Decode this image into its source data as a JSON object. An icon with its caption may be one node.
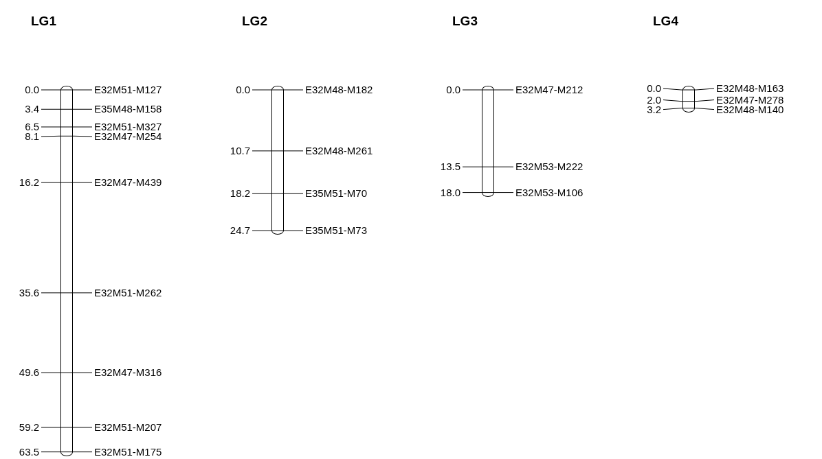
{
  "diagram": {
    "nodes": [
      {
        "text": [
          "LG1"
        ],
        "beside": [
          "0.0",
          "E32M51-M127",
          "3.4",
          "E35M48-M158",
          "6.5",
          "E32M51-M327",
          "8.1",
          "E32M47-M254",
          "16.2",
          "E32M47-M439",
          "35.6",
          "E32M51-M262",
          "49.6",
          "E32M47-M316",
          "59.2",
          "E32M51-M207",
          "63.5",
          "E32M51-M175"
        ]
      },
      {
        "text": [
          "LG2"
        ],
        "beside": [
          "0.0",
          "E32M48-M182",
          "10.7",
          "E32M48-M261",
          "18.2",
          "E35M51-M70",
          "24.7",
          "E35M51-M73"
        ]
      },
      {
        "text": [
          "LG3"
        ],
        "beside": [
          "0.0",
          "E32M47-M212",
          "13.5",
          "E32M53-M222",
          "18.0",
          "E32M53-M106"
        ]
      },
      {
        "text": [
          "LG4"
        ],
        "beside": [
          "0.0",
          "E32M48-M163",
          "2.0",
          "E32M47-M278",
          "3.2",
          "E32M48-M140"
        ]
      }
    ]
  }
}
